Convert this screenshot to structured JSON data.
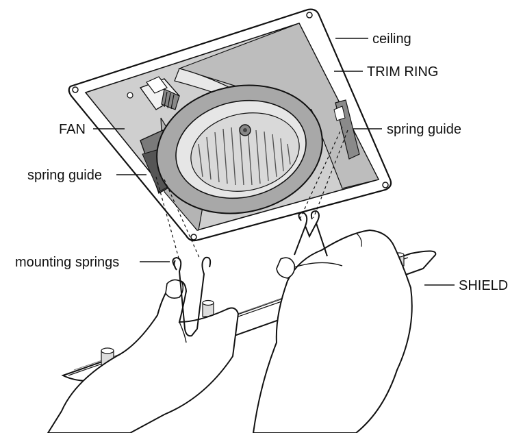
{
  "labels": {
    "ceiling": "ceiling",
    "trim_ring": "TRIM RING",
    "fan": "FAN",
    "spring_guide_right": "spring guide",
    "spring_guide_left": "spring guide",
    "mounting_springs": "mounting springs",
    "shield": "SHIELD"
  },
  "colors": {
    "housing_fill": "#cfcfcf",
    "housing_dark": "#9a9a9a",
    "ring_fill": "#a8a8a8",
    "trim_fill": "#ffffff",
    "shield_fill": "#ffffff",
    "line": "#111111"
  }
}
